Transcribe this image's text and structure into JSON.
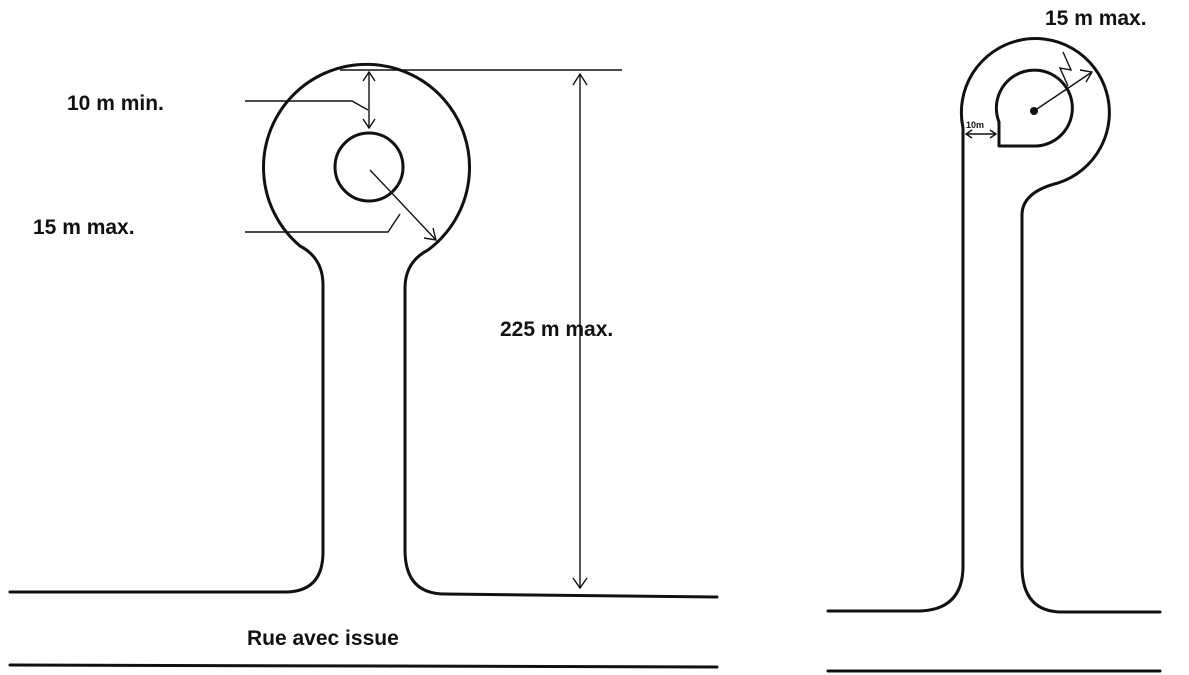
{
  "left_diagram": {
    "label_min_distance": "10 m min.",
    "label_radius": "15 m max.",
    "label_length": "225 m max.",
    "label_street": "Rue avec issue"
  },
  "right_diagram": {
    "label_radius": "15 m max.",
    "label_small_distance": "10m"
  },
  "colors": {
    "line": "#111111",
    "background": "#ffffff"
  }
}
